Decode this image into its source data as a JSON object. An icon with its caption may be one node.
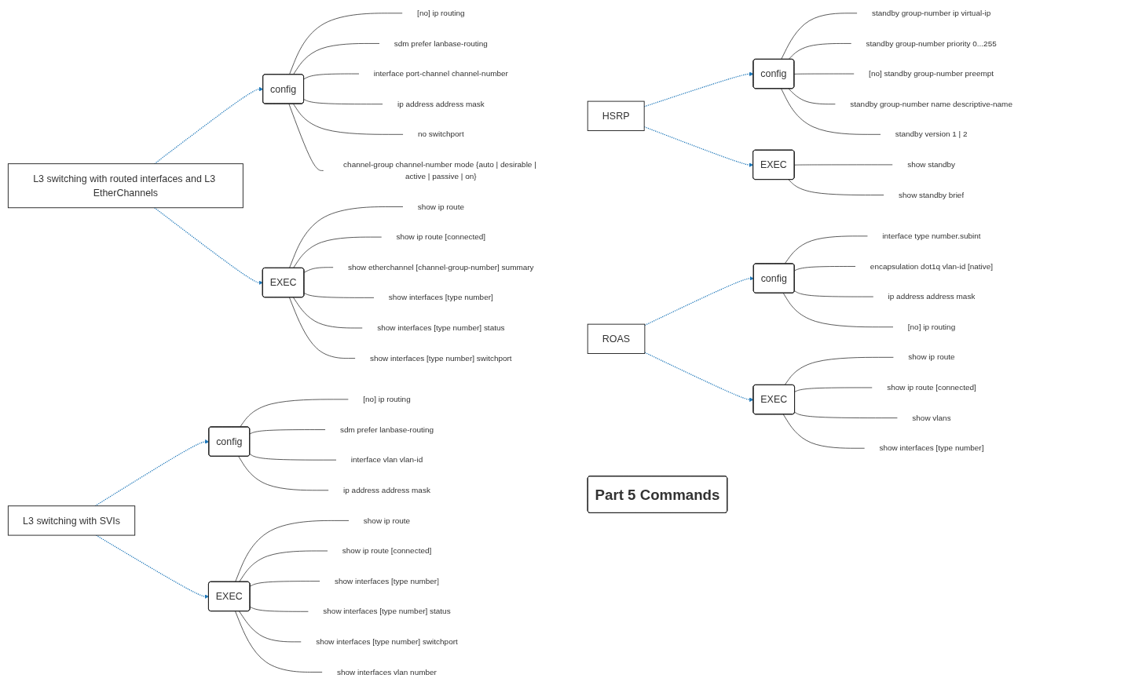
{
  "diagram": {
    "nodes": [
      {
        "text": [
          "L3 switching with routed interfaces and L3 EtherChannels"
        ]
      },
      {
        "text": [
          "config"
        ]
      },
      {
        "text": [
          "[no] ip routing"
        ]
      },
      {
        "text": [
          "sdm prefer lanbase-routing"
        ]
      },
      {
        "text": [
          "interface port-channel channel-number"
        ]
      },
      {
        "text": [
          "ip address address mask"
        ]
      },
      {
        "text": [
          "no switchport"
        ]
      },
      {
        "text": [
          "channel-group channel-number mode {auto | desirable | active | passive | on}"
        ]
      },
      {
        "text": [
          "EXEC"
        ]
      },
      {
        "text": [
          "show ip route"
        ]
      },
      {
        "text": [
          "show ip route [connected]"
        ]
      },
      {
        "text": [
          "show etherchannel [channel-group-number] summary"
        ]
      },
      {
        "text": [
          "show interfaces [type number]"
        ]
      },
      {
        "text": [
          "show interfaces [type number] status"
        ]
      },
      {
        "text": [
          "show interfaces [type number] switchport"
        ]
      },
      {
        "text": [
          "HSRP"
        ]
      },
      {
        "text": [
          "config"
        ]
      },
      {
        "text": [
          "standby group-number ip virtual-ip"
        ]
      },
      {
        "text": [
          "standby group-number priority 0...255"
        ]
      },
      {
        "text": [
          "[no] standby group-number preempt"
        ]
      },
      {
        "text": [
          "standby group-number name descriptive-name"
        ]
      },
      {
        "text": [
          "standby version 1 | 2"
        ]
      },
      {
        "text": [
          "EXEC"
        ]
      },
      {
        "text": [
          "show standby"
        ]
      },
      {
        "text": [
          "show standby brief"
        ]
      },
      {
        "text": [
          "ROAS"
        ]
      },
      {
        "text": [
          "config"
        ]
      },
      {
        "text": [
          "interface type number.subint"
        ]
      },
      {
        "text": [
          "encapsulation dot1q vlan-id [native]"
        ]
      },
      {
        "text": [
          "ip address address mask"
        ]
      },
      {
        "text": [
          "[no] ip routing"
        ]
      },
      {
        "text": [
          "EXEC"
        ]
      },
      {
        "text": [
          "show ip route"
        ]
      },
      {
        "text": [
          "show ip route [connected]"
        ]
      },
      {
        "text": [
          "show vlans"
        ]
      },
      {
        "text": [
          "show interfaces [type number]"
        ]
      },
      {
        "text": [
          "L3 switching with SVIs"
        ]
      },
      {
        "text": [
          "config"
        ]
      },
      {
        "text": [
          "[no] ip routing"
        ]
      },
      {
        "text": [
          "sdm prefer lanbase-routing"
        ]
      },
      {
        "text": [
          "interface vlan vlan-id"
        ]
      },
      {
        "text": [
          "ip address address mask"
        ]
      },
      {
        "text": [
          "EXEC"
        ]
      },
      {
        "text": [
          "show ip route"
        ]
      },
      {
        "text": [
          "show ip route [connected]"
        ]
      },
      {
        "text": [
          "show interfaces [type number]"
        ]
      },
      {
        "text": [
          "show interfaces [type number] status"
        ]
      },
      {
        "text": [
          "show interfaces [type number] switchport"
        ]
      },
      {
        "text": [
          "show interfaces vlan number"
        ]
      },
      {
        "text": [
          "Part 5 Commands"
        ]
      }
    ],
    "edges": [
      {
        "from": 0,
        "to": 1,
        "arrow": "to",
        "style": "dashed",
        "color": "#1a75b8"
      },
      {
        "from": 1,
        "to": 2,
        "arrow": "none"
      },
      {
        "from": 1,
        "to": 3,
        "arrow": "none"
      },
      {
        "from": 1,
        "to": 4,
        "arrow": "none"
      },
      {
        "from": 1,
        "to": 5,
        "arrow": "none"
      },
      {
        "from": 1,
        "to": 6,
        "arrow": "none"
      },
      {
        "from": 1,
        "to": 7,
        "arrow": "none"
      },
      {
        "from": 0,
        "to": 8,
        "arrow": "to",
        "style": "dashed",
        "color": "#1a75b8"
      },
      {
        "from": 8,
        "to": 9,
        "arrow": "none"
      },
      {
        "from": 8,
        "to": 10,
        "arrow": "none"
      },
      {
        "from": 8,
        "to": 11,
        "arrow": "none"
      },
      {
        "from": 8,
        "to": 12,
        "arrow": "none"
      },
      {
        "from": 8,
        "to": 13,
        "arrow": "none"
      },
      {
        "from": 8,
        "to": 14,
        "arrow": "none"
      },
      {
        "from": 15,
        "to": 16,
        "arrow": "to",
        "style": "dashed",
        "color": "#1a75b8"
      },
      {
        "from": 16,
        "to": 17,
        "arrow": "none"
      },
      {
        "from": 16,
        "to": 18,
        "arrow": "none"
      },
      {
        "from": 16,
        "to": 19,
        "arrow": "none"
      },
      {
        "from": 16,
        "to": 20,
        "arrow": "none"
      },
      {
        "from": 16,
        "to": 21,
        "arrow": "none"
      },
      {
        "from": 15,
        "to": 22,
        "arrow": "to",
        "style": "dashed",
        "color": "#1a75b8"
      },
      {
        "from": 22,
        "to": 23,
        "arrow": "none"
      },
      {
        "from": 22,
        "to": 24,
        "arrow": "none"
      },
      {
        "from": 25,
        "to": 26,
        "arrow": "to",
        "style": "dashed",
        "color": "#1a75b8"
      },
      {
        "from": 26,
        "to": 27,
        "arrow": "none"
      },
      {
        "from": 26,
        "to": 28,
        "arrow": "none"
      },
      {
        "from": 26,
        "to": 29,
        "arrow": "none"
      },
      {
        "from": 26,
        "to": 30,
        "arrow": "none"
      },
      {
        "from": 25,
        "to": 31,
        "arrow": "to",
        "style": "dashed",
        "color": "#1a75b8"
      },
      {
        "from": 31,
        "to": 32,
        "arrow": "none"
      },
      {
        "from": 31,
        "to": 33,
        "arrow": "none"
      },
      {
        "from": 31,
        "to": 34,
        "arrow": "none"
      },
      {
        "from": 31,
        "to": 35,
        "arrow": "none"
      },
      {
        "from": 36,
        "to": 37,
        "arrow": "to",
        "style": "dashed",
        "color": "#1a75b8"
      },
      {
        "from": 37,
        "to": 38,
        "arrow": "none"
      },
      {
        "from": 37,
        "to": 39,
        "arrow": "none"
      },
      {
        "from": 37,
        "to": 40,
        "arrow": "none"
      },
      {
        "from": 37,
        "to": 41,
        "arrow": "none"
      },
      {
        "from": 36,
        "to": 42,
        "arrow": "to",
        "style": "dashed",
        "color": "#1a75b8"
      },
      {
        "from": 42,
        "to": 43,
        "arrow": "none"
      },
      {
        "from": 42,
        "to": 44,
        "arrow": "none"
      },
      {
        "from": 42,
        "to": 45,
        "arrow": "none"
      },
      {
        "from": 42,
        "to": 46,
        "arrow": "none"
      },
      {
        "from": 42,
        "to": 47,
        "arrow": "none"
      },
      {
        "from": 42,
        "to": 48,
        "arrow": "none"
      }
    ]
  }
}
